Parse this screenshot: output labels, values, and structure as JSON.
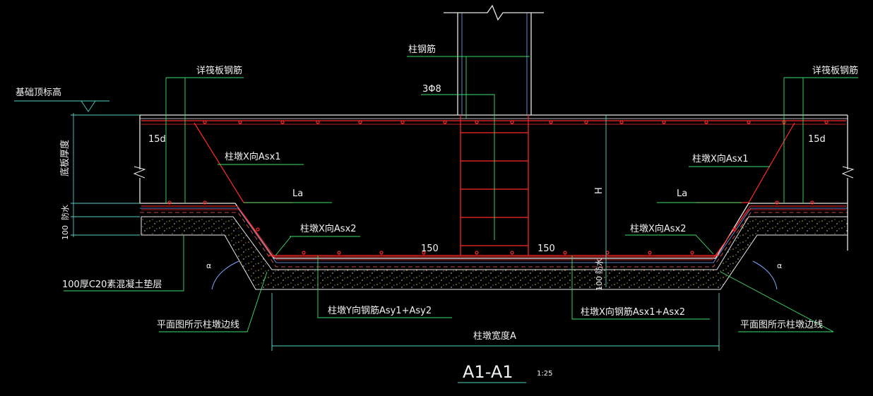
{
  "drawing": {
    "background": "#000000",
    "colors": {
      "rebar": "#ff2a2a",
      "dim": "#4fd3c4",
      "leader": "#39e06b",
      "outline": "#e8e8e8",
      "text": "#f2f2f2",
      "label_green": "#59e26a",
      "blue": "#7da6ff",
      "concrete_dots": "#d6b04e"
    },
    "title": "A1-A1",
    "scale": "1:25",
    "labels": {
      "column_rebar": "柱钢筋",
      "stirrup": "3Φ8",
      "raft_rebar_left": "详筏板钢筋",
      "raft_rebar_right": "详筏板钢筋",
      "foundation_top": "基础顶标高",
      "anchor_left": "15d",
      "anchor_right": "15d",
      "slab_thickness": "底板厚度",
      "waterproof_left": "防水",
      "waterproof_mid": "防水",
      "cushion_left": "100",
      "cushion_mid": "100",
      "asx1_left": "柱墩X向Asx1",
      "asx1_right": "柱墩X向Asx1",
      "la_left": "La",
      "la_right": "La",
      "asx2_left": "柱墩X向Asx2",
      "asx2_right": "柱墩X向Asx2",
      "dim_150_left": "150",
      "dim_150_right": "150",
      "h": "H",
      "c20": "100厚C20素混凝土垫层",
      "asy": "柱墩Y向钢筋Asy1+Asy2",
      "asx_total": "柱墩X向钢筋Asx1+Asx2",
      "edge_left": "平面图所示柱墩边线",
      "edge_right": "平面图所示柱墩边线",
      "width_a": "柱墩宽度A",
      "alpha_left": "α",
      "alpha_right": "α"
    }
  }
}
